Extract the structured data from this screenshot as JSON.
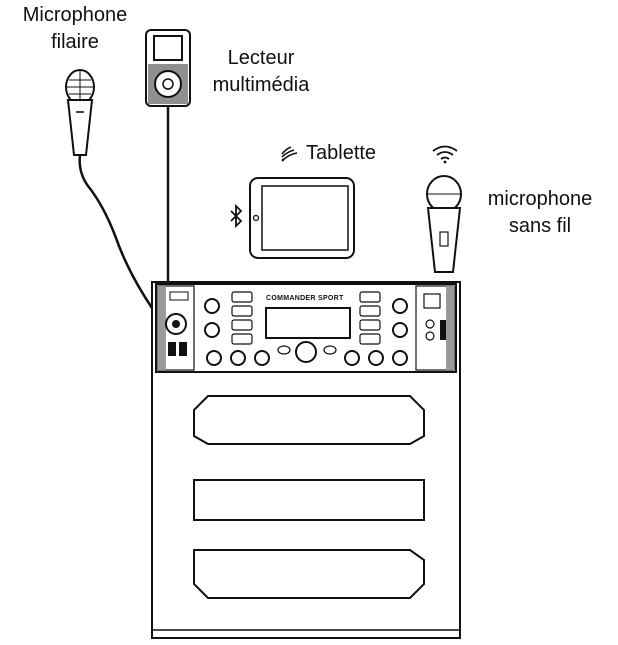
{
  "labels": {
    "wired_mic_line1": "Microphone",
    "wired_mic_line2": "filaire",
    "media_player_line1": "Lecteur",
    "media_player_line2": "multimédia",
    "tablet": "Tablette",
    "wireless_mic_line1": "microphone",
    "wireless_mic_line2": "sans fil"
  },
  "device": {
    "brand_text": "COMMANDER SPORT"
  },
  "icons": [
    "wifi-icon",
    "bluetooth-icon"
  ],
  "colors": {
    "line": "#111111",
    "fill": "#ffffff",
    "shade": "#9a9a9a"
  }
}
